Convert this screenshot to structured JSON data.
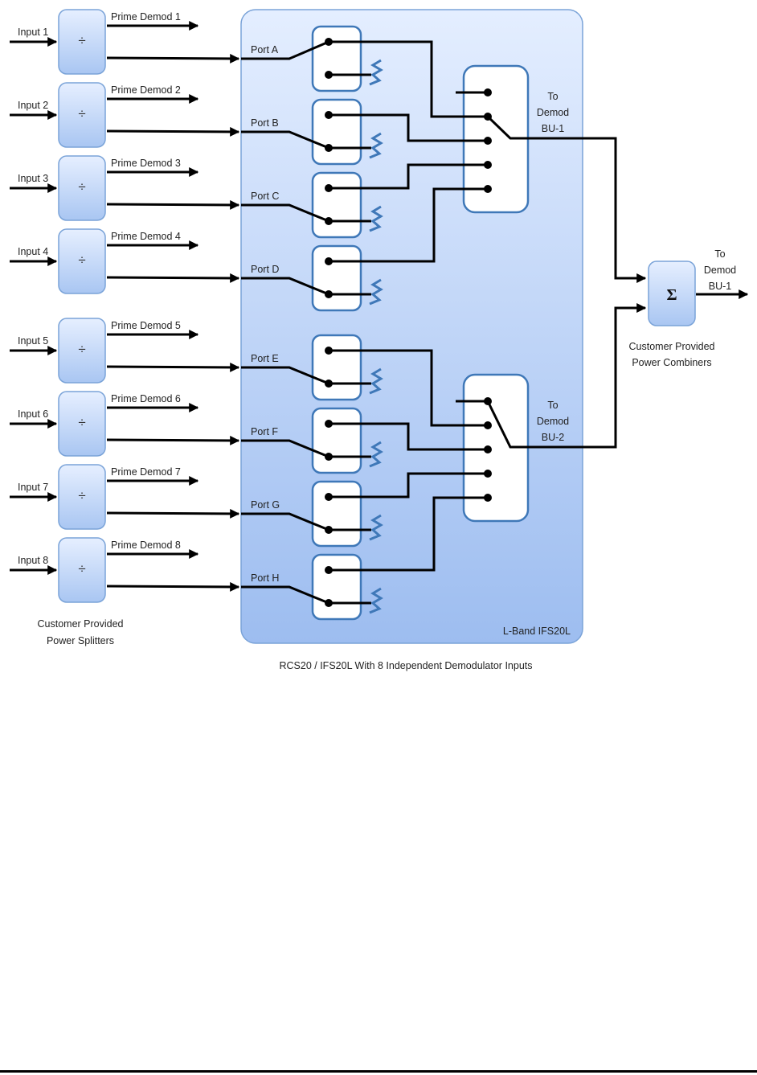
{
  "diagram": {
    "title": "RCS20 / IFS20L With 8 Independent Demodulator Inputs",
    "unit_label": "L-Band IFS20L",
    "splitter_symbol": "÷",
    "combiner_symbol": "Σ",
    "splitters_caption": [
      "Customer Provided",
      "Power Splitters"
    ],
    "combiners_caption": [
      "Customer Provided",
      "Power Combiners"
    ],
    "inputs": [
      "Input 1",
      "Input 2",
      "Input 3",
      "Input 4",
      "Input 5",
      "Input 6",
      "Input 7",
      "Input 8"
    ],
    "prime_demods": [
      "Prime Demod 1",
      "Prime Demod 2",
      "Prime Demod 3",
      "Prime Demod 4",
      "Prime Demod 5",
      "Prime Demod 6",
      "Prime Demod 7",
      "Prime Demod 8"
    ],
    "ports": [
      "Port A",
      "Port B",
      "Port C",
      "Port D",
      "Port E",
      "Port F",
      "Port G",
      "Port H"
    ],
    "selectors": [
      {
        "label": [
          "To",
          "Demod",
          "BU-1"
        ]
      },
      {
        "label": [
          "To",
          "Demod",
          "BU-2"
        ]
      }
    ],
    "combiner_output_label": [
      "To",
      "Demod",
      "BU-1"
    ]
  }
}
